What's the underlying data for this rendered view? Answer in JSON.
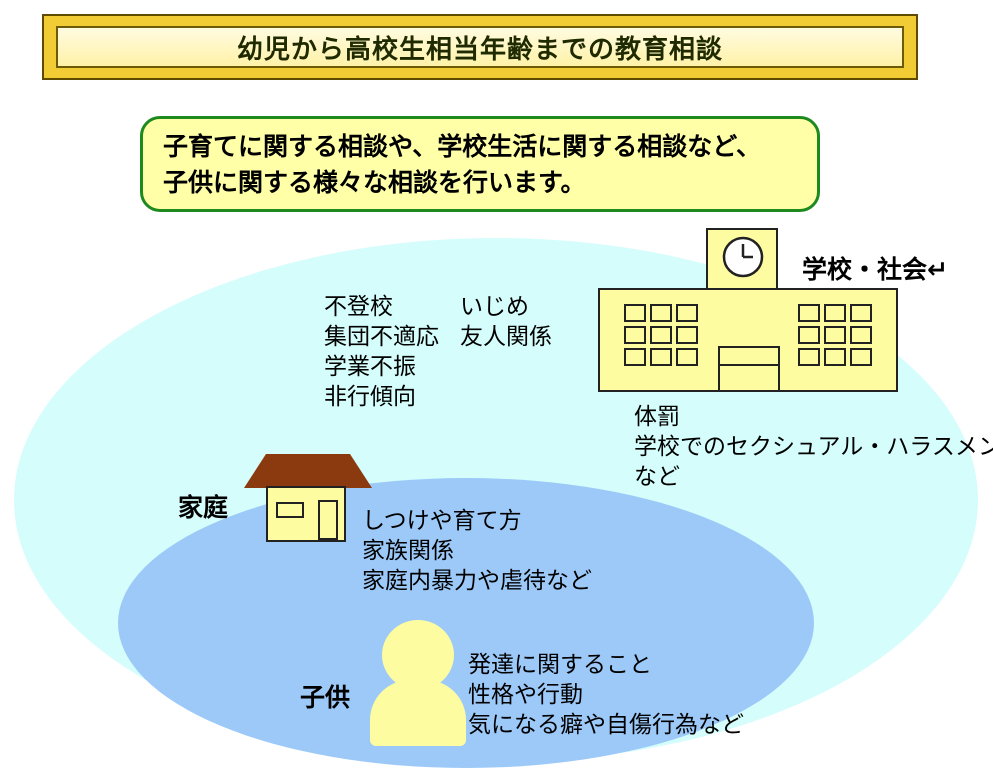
{
  "title": "幼児から高校生相当年齢までの教育相談",
  "description": {
    "lines": [
      "子育てに関する相談や、学校生活に関する相談など、",
      "子供に関する様々な相談を行います。"
    ]
  },
  "school": {
    "label": "学校・社会↵",
    "issues_col1": [
      "不登校",
      "集団不適応",
      "学業不振",
      "非行傾向"
    ],
    "issues_col2": [
      "いじめ",
      "友人関係"
    ],
    "issues_below": [
      "体罰",
      "学校でのセクシュアル・ハラスメント",
      "など"
    ]
  },
  "home": {
    "label": "家庭",
    "issues": [
      "しつけや育て方",
      "家族関係",
      "家庭内暴力や虐待など"
    ]
  },
  "child": {
    "label": "子供",
    "issues": [
      "発達に関すること",
      "性格や行動",
      "気になる癖や自傷行為など"
    ]
  },
  "colors": {
    "outer_ellipse": "#d4fdfc",
    "inner_ellipse": "#9cc9f8",
    "banner": "#f1cc34",
    "desc_fill": "#ffffa8",
    "desc_border": "#1e8a1e",
    "roof": "#8b3a10",
    "figure_fill": "#fefca0"
  },
  "icons": [
    "school-building-icon",
    "clock-icon",
    "house-icon",
    "person-icon"
  ]
}
